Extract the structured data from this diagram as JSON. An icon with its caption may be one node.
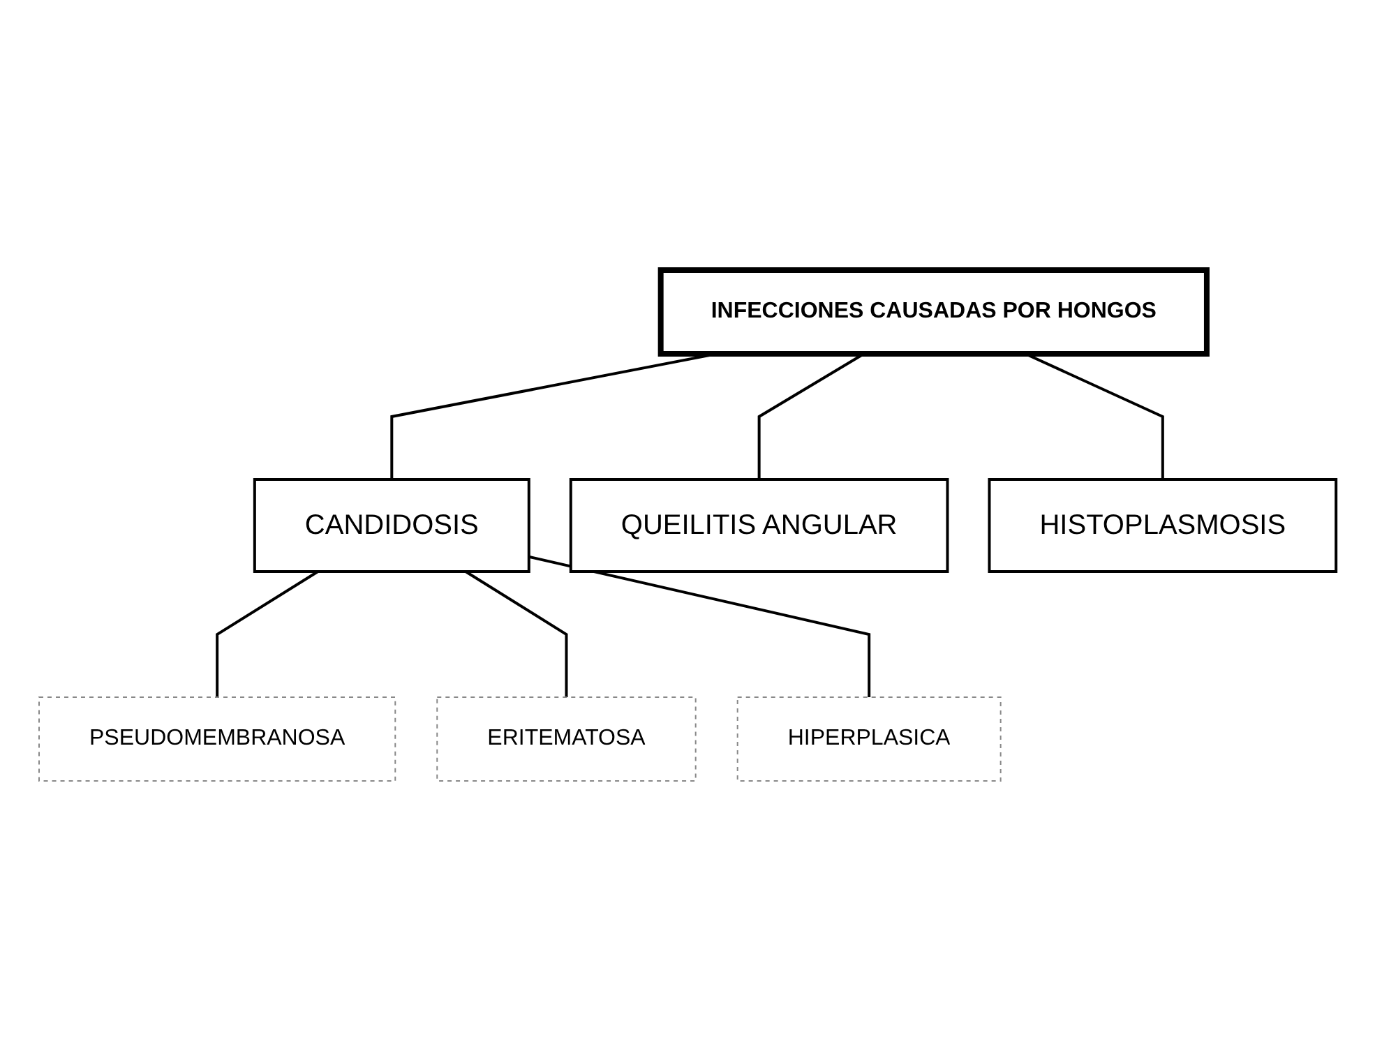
{
  "diagram": {
    "nodes": [
      {
        "text": [
          "INFECCIONES CAUSADAS POR HONGOS"
        ]
      },
      {
        "text": [
          "CANDIDOSIS"
        ]
      },
      {
        "text": [
          "QUEILITIS ANGULAR"
        ]
      },
      {
        "text": [
          "HISTOPLASMOSIS"
        ]
      },
      {
        "text": [
          "PSEUDOMEMBRANOSA"
        ]
      },
      {
        "text": [
          "ERITEMATOSA"
        ]
      },
      {
        "text": [
          "HIPERPLASICA"
        ]
      }
    ],
    "edges": [
      {
        "from": 0,
        "to": 1,
        "arrow": "none"
      },
      {
        "from": 0,
        "to": 2,
        "arrow": "none"
      },
      {
        "from": 0,
        "to": 3,
        "arrow": "none"
      },
      {
        "from": 1,
        "to": 4,
        "arrow": "none"
      },
      {
        "from": 1,
        "to": 5,
        "arrow": "none"
      },
      {
        "from": 1,
        "to": 6,
        "arrow": "none"
      }
    ]
  }
}
